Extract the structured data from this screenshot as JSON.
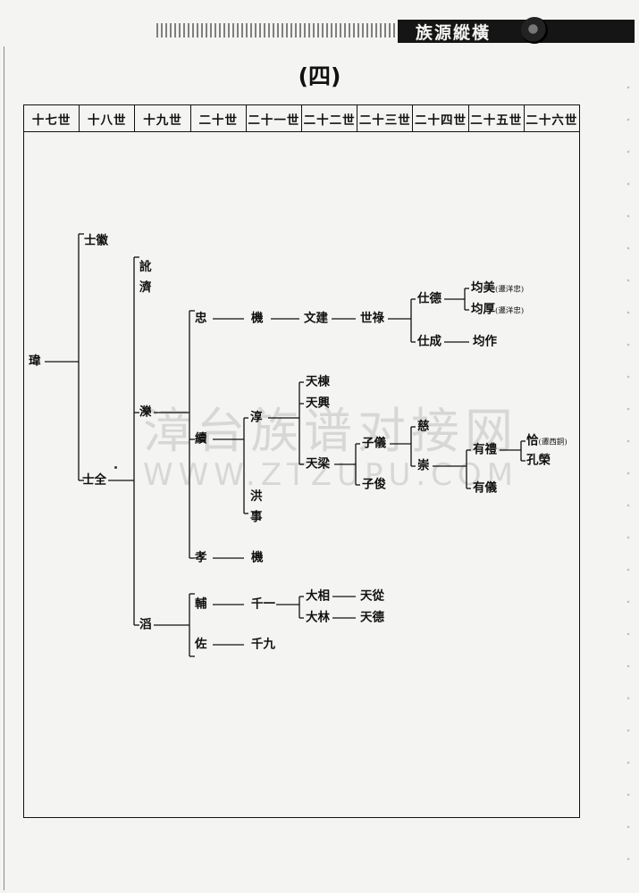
{
  "header": {
    "banner_text": "族源縱橫"
  },
  "page": {
    "title": "(四)"
  },
  "generations": [
    "十七世",
    "十八世",
    "十九世",
    "二十世",
    "二十一世",
    "二十二世",
    "二十三世",
    "二十四世",
    "二十五世",
    "二十六世"
  ],
  "watermark": {
    "line1": "漳台族谱对接网",
    "line2": "WWW.ZTZUPU.COM"
  },
  "names": {
    "n17_1": "瑋",
    "n18_1": "士徽",
    "n18_2": "士全",
    "n19_1": "訛濟",
    "n19_2": "濼",
    "n19_3": "滔",
    "n20_1": "忠",
    "n20_2": "續",
    "n20_3": "孝",
    "n20_4": "輔",
    "n20_5": "佐",
    "n21_1": "機",
    "n21_2": "淳",
    "n21_3": "洪事",
    "n21_4": "機",
    "n21_5": "千一",
    "n21_6": "千九",
    "n22_1": "文建",
    "n22_2": "天棟",
    "n22_3": "天興",
    "n22_4": "天梁",
    "n22_5": "大相",
    "n22_6": "大林",
    "n23_1": "世祿",
    "n23_2": "子儀",
    "n23_3": "子俊",
    "n23_4": "天從",
    "n23_5": "天德",
    "n24_1": "仕德",
    "n24_2": "仕成",
    "n24_3": "慈",
    "n24_4": "崇",
    "n25_1": "均美",
    "n25_2": "均厚",
    "n25_3": "均作",
    "n25_4": "有禮",
    "n25_5": "有儀",
    "n26_1": "恰",
    "n26_2": "孔榮"
  },
  "notes": {
    "n25_1": "(遷洋忠)",
    "n25_2": "(遷洋忠)",
    "n26_1": "(遷西銅)"
  }
}
